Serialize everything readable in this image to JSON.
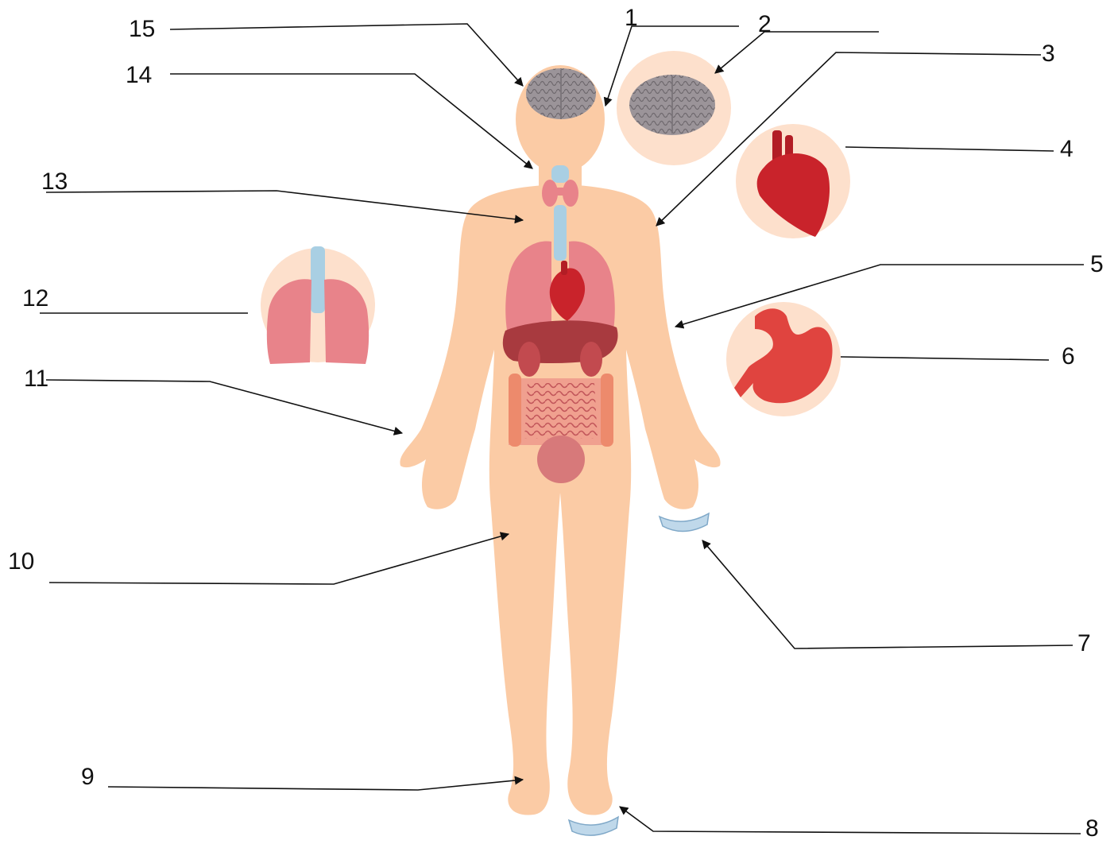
{
  "diagram": {
    "labels": [
      "1",
      "2",
      "3",
      "4",
      "5",
      "6",
      "7",
      "8",
      "9",
      "10",
      "11",
      "12",
      "13",
      "14",
      "15"
    ],
    "organs": {
      "brain": "brain-icon",
      "heart": "heart-icon",
      "lungs": "lungs-icon",
      "stomach": "stomach-icon",
      "thyroid": "thyroid-icon",
      "liver": "liver-icon",
      "kidneys": "kidney-icon",
      "intestines": "intestines-icon",
      "bladder": "bladder-icon",
      "nails": "nail-icon"
    },
    "colors": {
      "skin": "#fbcba5",
      "halo": "#fde0cc",
      "lung": "#e8838a",
      "heart": "#c9232b",
      "stomach": "#e0443f",
      "trachea": "#a9cfe3",
      "brain": "#9b9499",
      "line": "#111111"
    }
  }
}
